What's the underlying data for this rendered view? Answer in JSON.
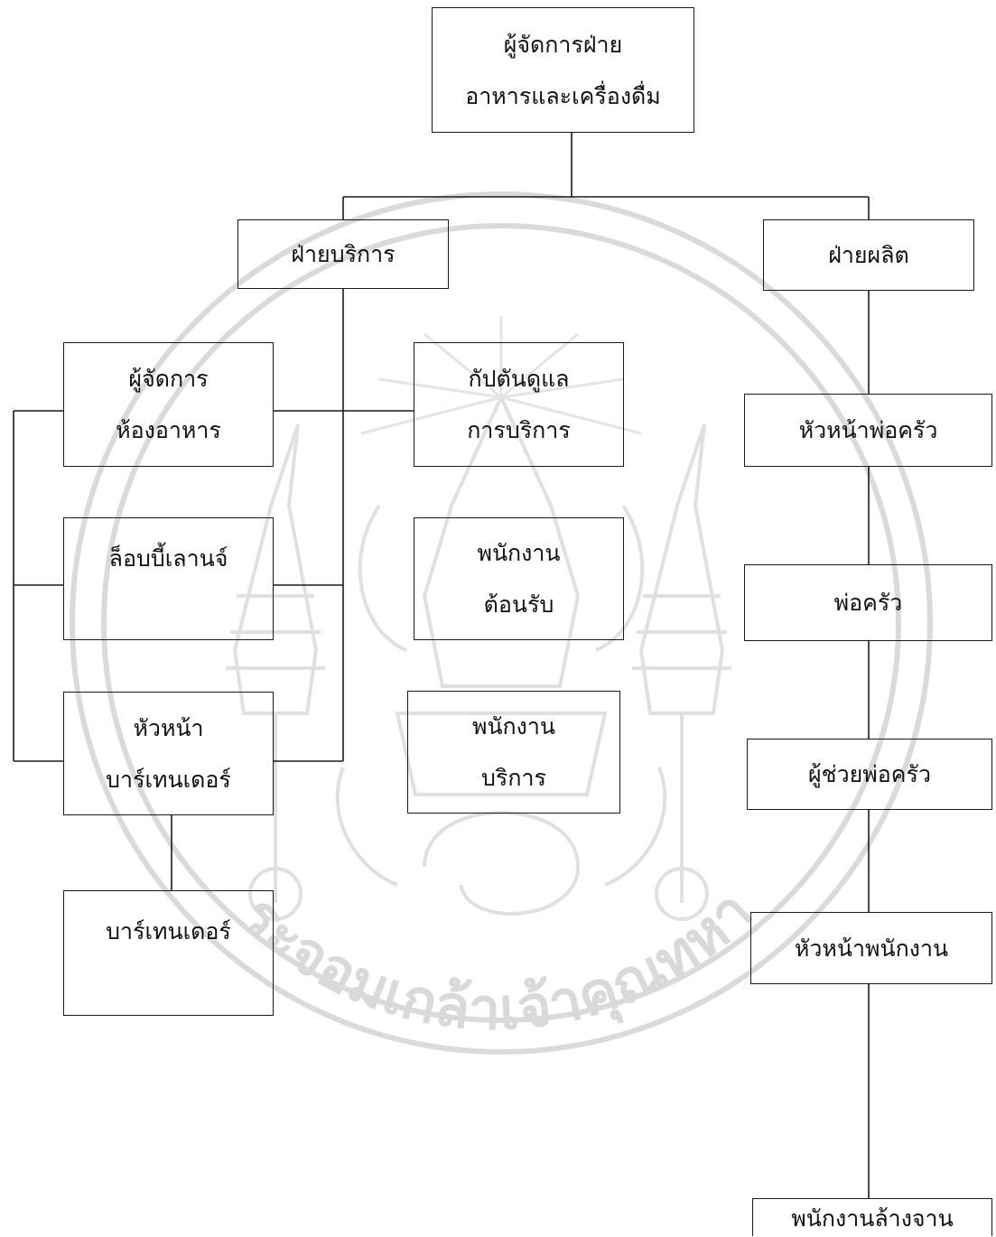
{
  "org_chart": {
    "root": {
      "line1": "ผู้จัดการฝ่าย",
      "line2": "อาหารและเครื่องดื่ม"
    },
    "service_department": {
      "label": "ฝ่ายบริการ"
    },
    "production_department": {
      "label": "ฝ่ายผลิต"
    },
    "service": {
      "dining_manager": {
        "line1": "ผู้จัดการ",
        "line2": "ห้องอาหาร"
      },
      "lobby_lounge": {
        "label": "ล็อบบี้เลานจ์"
      },
      "head_bartender": {
        "line1": "หัวหน้า",
        "line2": "บาร์เทนเดอร์"
      },
      "bartender": {
        "label": "บาร์เทนเดอร์"
      },
      "service_captain": {
        "line1": "กัปตันดูแล",
        "line2": "การบริการ"
      },
      "receptionist": {
        "line1": "พนักงาน",
        "line2": "ต้อนรับ"
      },
      "service_staff": {
        "line1": "พนักงาน",
        "line2": "บริการ"
      }
    },
    "production": {
      "head_chef": {
        "label": "หัวหน้าพ่อครัว"
      },
      "chef": {
        "label": "พ่อครัว"
      },
      "assistant_chef": {
        "label": "ผู้ช่วยพ่อครัว"
      },
      "head_staff": {
        "label": "หัวหน้าพนักงาน"
      },
      "dishwasher": {
        "label": "พนักงานล้างจาน"
      }
    }
  },
  "watermark": {
    "text": "พระจอมเกล้าเจ้าคุณทหาร",
    "color": "#d9d9d9"
  }
}
